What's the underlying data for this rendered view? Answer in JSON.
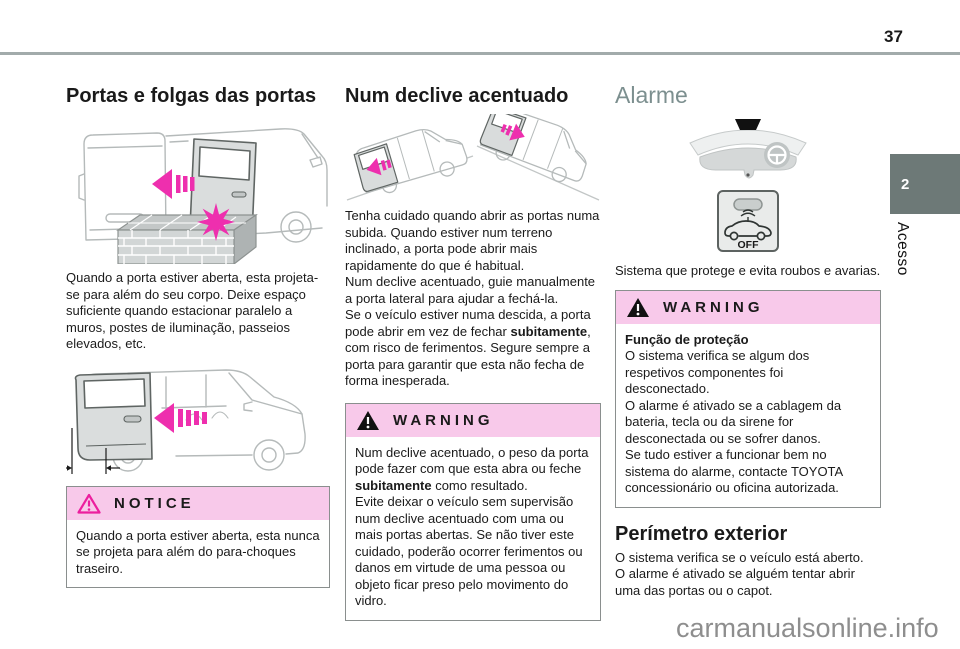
{
  "page": {
    "number": "37",
    "side_tab": {
      "number": "2",
      "label": "Acesso"
    },
    "watermark": "carmanualsonline.info"
  },
  "columns": {
    "portas": {
      "title": "Portas e folgas das portas",
      "body": "Quando a porta estiver aberta, esta projeta-se para além do seu corpo. Deixe espaço suficiente quando estacionar paralelo a muros, postes de iluminação, passeios elevados, etc.",
      "notice": {
        "title": "NOTICE",
        "body": "Quando a porta estiver aberta, esta nunca se projeta para além do para-choques traseiro."
      }
    },
    "declive": {
      "title": "Num declive acentuado",
      "para1": "Tenha cuidado quando abrir as portas numa subida. Quando estiver num terreno inclinado, a porta pode abrir mais rapidamente do que é habitual.",
      "para2": "Num declive acentuado, guie manualmente a porta lateral para ajudar a fechá-la.",
      "para3_pre": "Se o veículo estiver numa descida, a porta pode abrir em vez de fechar ",
      "para3_bold": "subitamente",
      "para3_post": ", com risco de ferimentos. Segure sempre a porta para garantir que esta não fecha de forma inesperada.",
      "warning": {
        "title": "WARNING",
        "p1_pre": "Num declive acentuado, o peso da porta pode fazer com que esta abra ou feche ",
        "p1_bold": "subitamente",
        "p1_post": " como resultado.",
        "p2": "Evite deixar o veículo sem supervisão num declive acentuado com uma ou mais portas abertas. Se não tiver este cuidado, poderão ocorrer ferimentos ou danos em virtude de uma pessoa ou objeto ficar preso pelo movimento do vidro."
      }
    },
    "alarme": {
      "title": "Alarme",
      "button_label": "OFF",
      "intro": "Sistema que protege e evita roubos e avarias.",
      "warning": {
        "title": "WARNING",
        "heading": "Função de proteção",
        "p1": "O sistema verifica se algum dos respetivos componentes foi desconectado.",
        "p2": "O alarme é ativado se a cablagem da bateria, tecla ou da sirene for desconectada ou se sofrer danos.",
        "p3": "Se tudo estiver a funcionar bem no sistema do alarme, contacte TOYOTA concessionário ou oficina autorizada."
      },
      "perimetro": {
        "title": "Perímetro exterior",
        "p1": "O sistema verifica se o veículo está aberto.",
        "p2": "O alarme é ativado se alguém tentar abrir uma das portas ou o capot."
      }
    }
  },
  "colors": {
    "accent_pink": "#ee2fae",
    "alert_header_bg": "#f8c9ea",
    "tab_bg": "#6d7977",
    "section_teal": "#7c8f8f",
    "rule_gray": "#a2abab",
    "watermark_gray": "#8e8e8e"
  }
}
